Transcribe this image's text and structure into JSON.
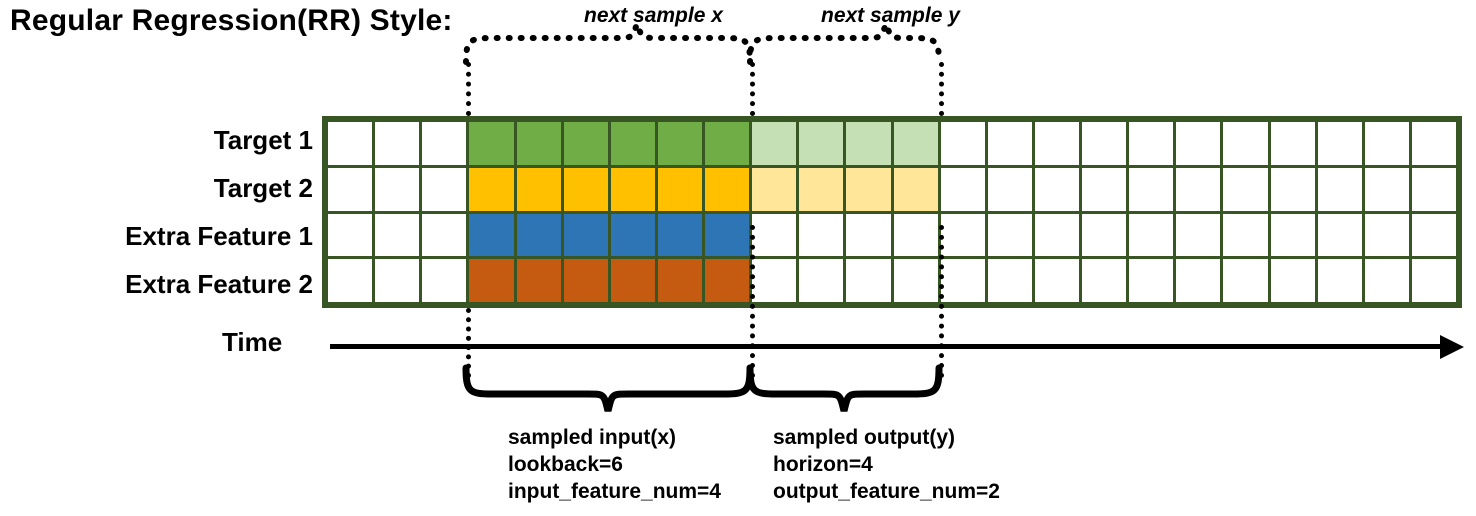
{
  "title": "Regular Regression(RR) Style:",
  "row_labels": [
    {
      "name": "target-1",
      "label": "Target 1"
    },
    {
      "name": "target-2",
      "label": "Target 2"
    },
    {
      "name": "extra-feature-1",
      "label": "Extra Feature 1"
    },
    {
      "name": "extra-feature-2",
      "label": "Extra Feature 2"
    }
  ],
  "axis": {
    "label": "Time",
    "direction": "right"
  },
  "annotations": {
    "next_sample_x": "next sample x",
    "next_sample_y": "next sample y"
  },
  "captions": {
    "input": {
      "line1": "sampled input(x)",
      "line2": "lookback=6",
      "line3": "input_feature_num=4"
    },
    "output": {
      "line1": "sampled output(y)",
      "line2": "horizon=4",
      "line3": "output_feature_num=2"
    }
  },
  "colors": {
    "grid_border": "#375623",
    "empty": "#ffffff",
    "green": "#70AD47",
    "green_faded": "#C5E0B4",
    "amber": "#FFC000",
    "amber_faded": "#FFE699",
    "blue": "#2E75B6",
    "orange": "#C55A11",
    "ink": "#000000"
  },
  "chart_data": {
    "type": "heatmap",
    "title": "Regular Regression(RR) Style:",
    "columns": 24,
    "rows": 4,
    "row_names": [
      "Target 1",
      "Target 2",
      "Extra Feature 1",
      "Extra Feature 2"
    ],
    "lookback": 6,
    "horizon": 4,
    "input_feature_num": 4,
    "output_feature_num": 2,
    "input_window_columns": [
      4,
      5,
      6,
      7,
      8,
      9
    ],
    "output_window_columns": [
      10,
      11,
      12,
      13
    ],
    "xlabel": "Time",
    "ylabel": "",
    "grid": true,
    "legend": "none",
    "cell_fills": [
      [
        "empty",
        "empty",
        "empty",
        "green",
        "green",
        "green",
        "green",
        "green",
        "green",
        "green_faded",
        "green_faded",
        "green_faded",
        "green_faded",
        "empty",
        "empty",
        "empty",
        "empty",
        "empty",
        "empty",
        "empty",
        "empty",
        "empty",
        "empty",
        "empty"
      ],
      [
        "empty",
        "empty",
        "empty",
        "amber",
        "amber",
        "amber",
        "amber",
        "amber",
        "amber",
        "amber_faded",
        "amber_faded",
        "amber_faded",
        "amber_faded",
        "empty",
        "empty",
        "empty",
        "empty",
        "empty",
        "empty",
        "empty",
        "empty",
        "empty",
        "empty",
        "empty"
      ],
      [
        "empty",
        "empty",
        "empty",
        "blue",
        "blue",
        "blue",
        "blue",
        "blue",
        "blue",
        "empty",
        "empty",
        "empty",
        "empty",
        "empty",
        "empty",
        "empty",
        "empty",
        "empty",
        "empty",
        "empty",
        "empty",
        "empty",
        "empty",
        "empty"
      ],
      [
        "empty",
        "empty",
        "empty",
        "orange",
        "orange",
        "orange",
        "orange",
        "orange",
        "orange",
        "empty",
        "empty",
        "empty",
        "empty",
        "empty",
        "empty",
        "empty",
        "empty",
        "empty",
        "empty",
        "empty",
        "empty",
        "empty",
        "empty",
        "empty"
      ]
    ]
  }
}
